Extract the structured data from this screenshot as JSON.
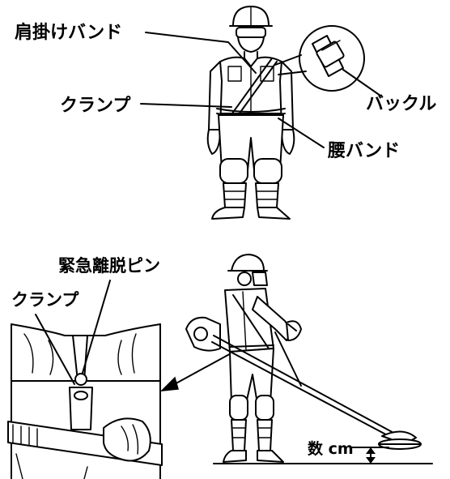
{
  "labels": {
    "shoulder_band": "肩掛けバンド",
    "clamp_top": "クランプ",
    "buckle": "バックル",
    "waist_band": "腰バンド",
    "quick_release_pin": "緊急離脱ピン",
    "clamp_bottom": "クランプ",
    "ground_height": "数 cm"
  }
}
